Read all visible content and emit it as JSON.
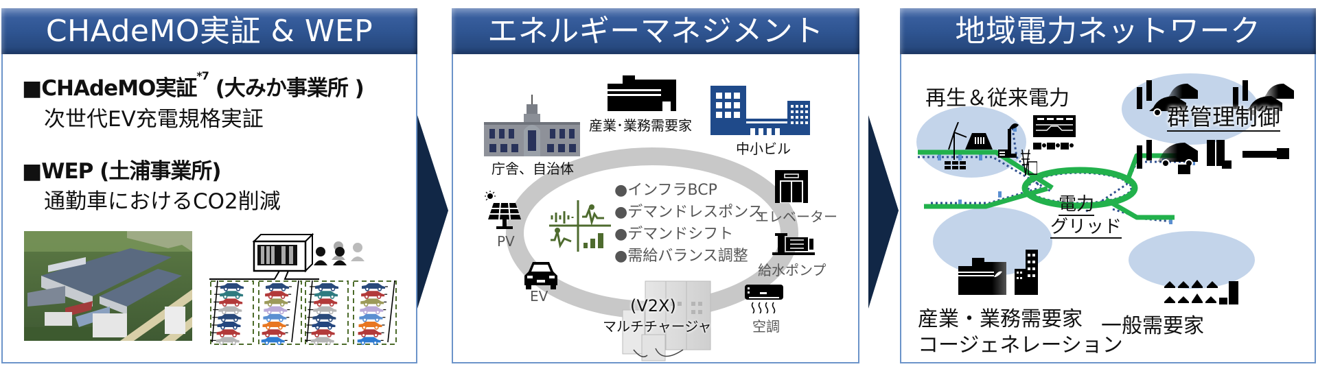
{
  "panels": [
    {
      "title": "CHAdeMO実証 & WEP",
      "items": [
        {
          "heading_prefix": "■CHAdeMO実証",
          "heading_sup": "*7",
          "heading_suffix": " (大みか事業所 )",
          "sub": "次世代EV充電規格実証"
        },
        {
          "heading_prefix": "■WEP (土浦事業所)",
          "heading_sup": "",
          "heading_suffix": "",
          "sub": "通勤車におけるCO2削減"
        }
      ],
      "images": {
        "photo": "aerial-factory-photo",
        "parking": {
          "name": "ev-parking-charging-diagram",
          "car_colors_col1": [
            "#2a4a7b",
            "#2f7b80",
            "#b23a3a",
            "#b5b5b5",
            "#2a4a7b",
            "#24467e",
            "#b23a3a",
            "#b5b5b5"
          ],
          "car_colors_col2": [
            "#2a4a7b",
            "#b23a3a",
            "#9c9a5a",
            "#b9a9d8",
            "#5b8fd1",
            "#e87722",
            "#b23a3a",
            "#2e7bd1"
          ]
        }
      }
    },
    {
      "title": "エネルギーマネジメント",
      "nodes": {
        "government": "庁舎、自治体",
        "industrial": "産業･業務需要家",
        "small_building": "中小ビル",
        "elevator": "エレベーター",
        "water_pump": "給水ポンプ",
        "air_conditioner": "空調",
        "pv": "PV",
        "ev": "EV",
        "charger_line1": "(V2X)",
        "charger_line2": "マルチチャージャ"
      },
      "bullets": [
        "●インフラBCP",
        "●デマンドレスポンス",
        "●デマンドシフト",
        "●需給バランス調整"
      ]
    },
    {
      "title": "地域電力ネットワーク",
      "nodes": {
        "generation": "再生＆従来電力",
        "group_control": "群管理制御",
        "grid_line1": "電力",
        "grid_line2": "グリッド",
        "industrial_line1": "産業・業務需要家",
        "industrial_line2": "コージェネレーション",
        "residential": "一般需要家"
      }
    }
  ],
  "colors": {
    "header_blue": "#2f5592",
    "panel_border": "#6b93c9",
    "arrow_navy": "#112746",
    "ring_gray": "#c8c8c8",
    "olive_icon": "#4e6b2e",
    "grid_green": "#22b14c",
    "dotted_navy": "#2f4f8f",
    "node_ellipse": "#c3d4ea",
    "marker_blue": "#5b8fd1"
  }
}
